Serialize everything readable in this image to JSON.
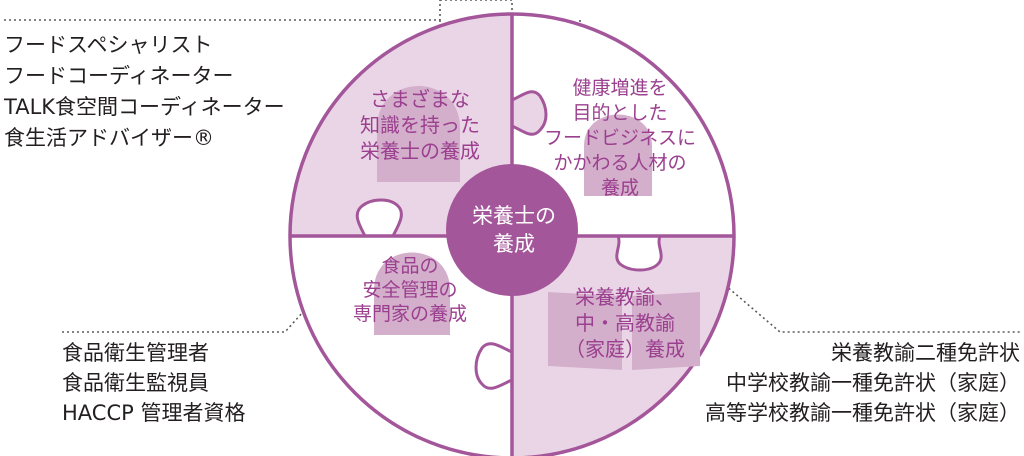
{
  "colors": {
    "accent": "#a4569a",
    "light_fill": "#ead5e6",
    "silhouette": "#d4afcc",
    "white_fill": "#ffffff",
    "dotted": "#5a5a5a"
  },
  "center": {
    "lines": [
      "栄養士の",
      "養成"
    ]
  },
  "pieces": {
    "top_left": {
      "icon": "person-silhouette-icon",
      "lines": [
        "さまざまな",
        "知識を持った",
        "栄養士の養成"
      ]
    },
    "top_right": {
      "icon": "person-silhouette-icon",
      "lines": [
        "健康増進を",
        "目的とした",
        "フードビジネスに",
        "かかわる人材の",
        "養成"
      ]
    },
    "bottom_left": {
      "icon": "person-silhouette-icon",
      "lines": [
        "食品の",
        "安全管理の",
        "専門家の養成"
      ]
    },
    "bottom_right": {
      "icon": "open-book-icon",
      "lines": [
        "栄養教諭、",
        "中・高教諭",
        "（家庭）養成"
      ]
    }
  },
  "lists": {
    "top_left": [
      "フードスペシャリスト",
      "フードコーディネーター",
      "TALK食空間コーディネーター",
      "食生活アドバイザー®"
    ],
    "bottom_left": [
      "食品衛生管理者",
      "食品衛生監視員",
      "HACCP 管理者資格"
    ],
    "bottom_right": [
      "栄養教諭二種免許状",
      "中学校教諭一種免許状（家庭）",
      "高等学校教諭一種免許状（家庭）"
    ]
  }
}
